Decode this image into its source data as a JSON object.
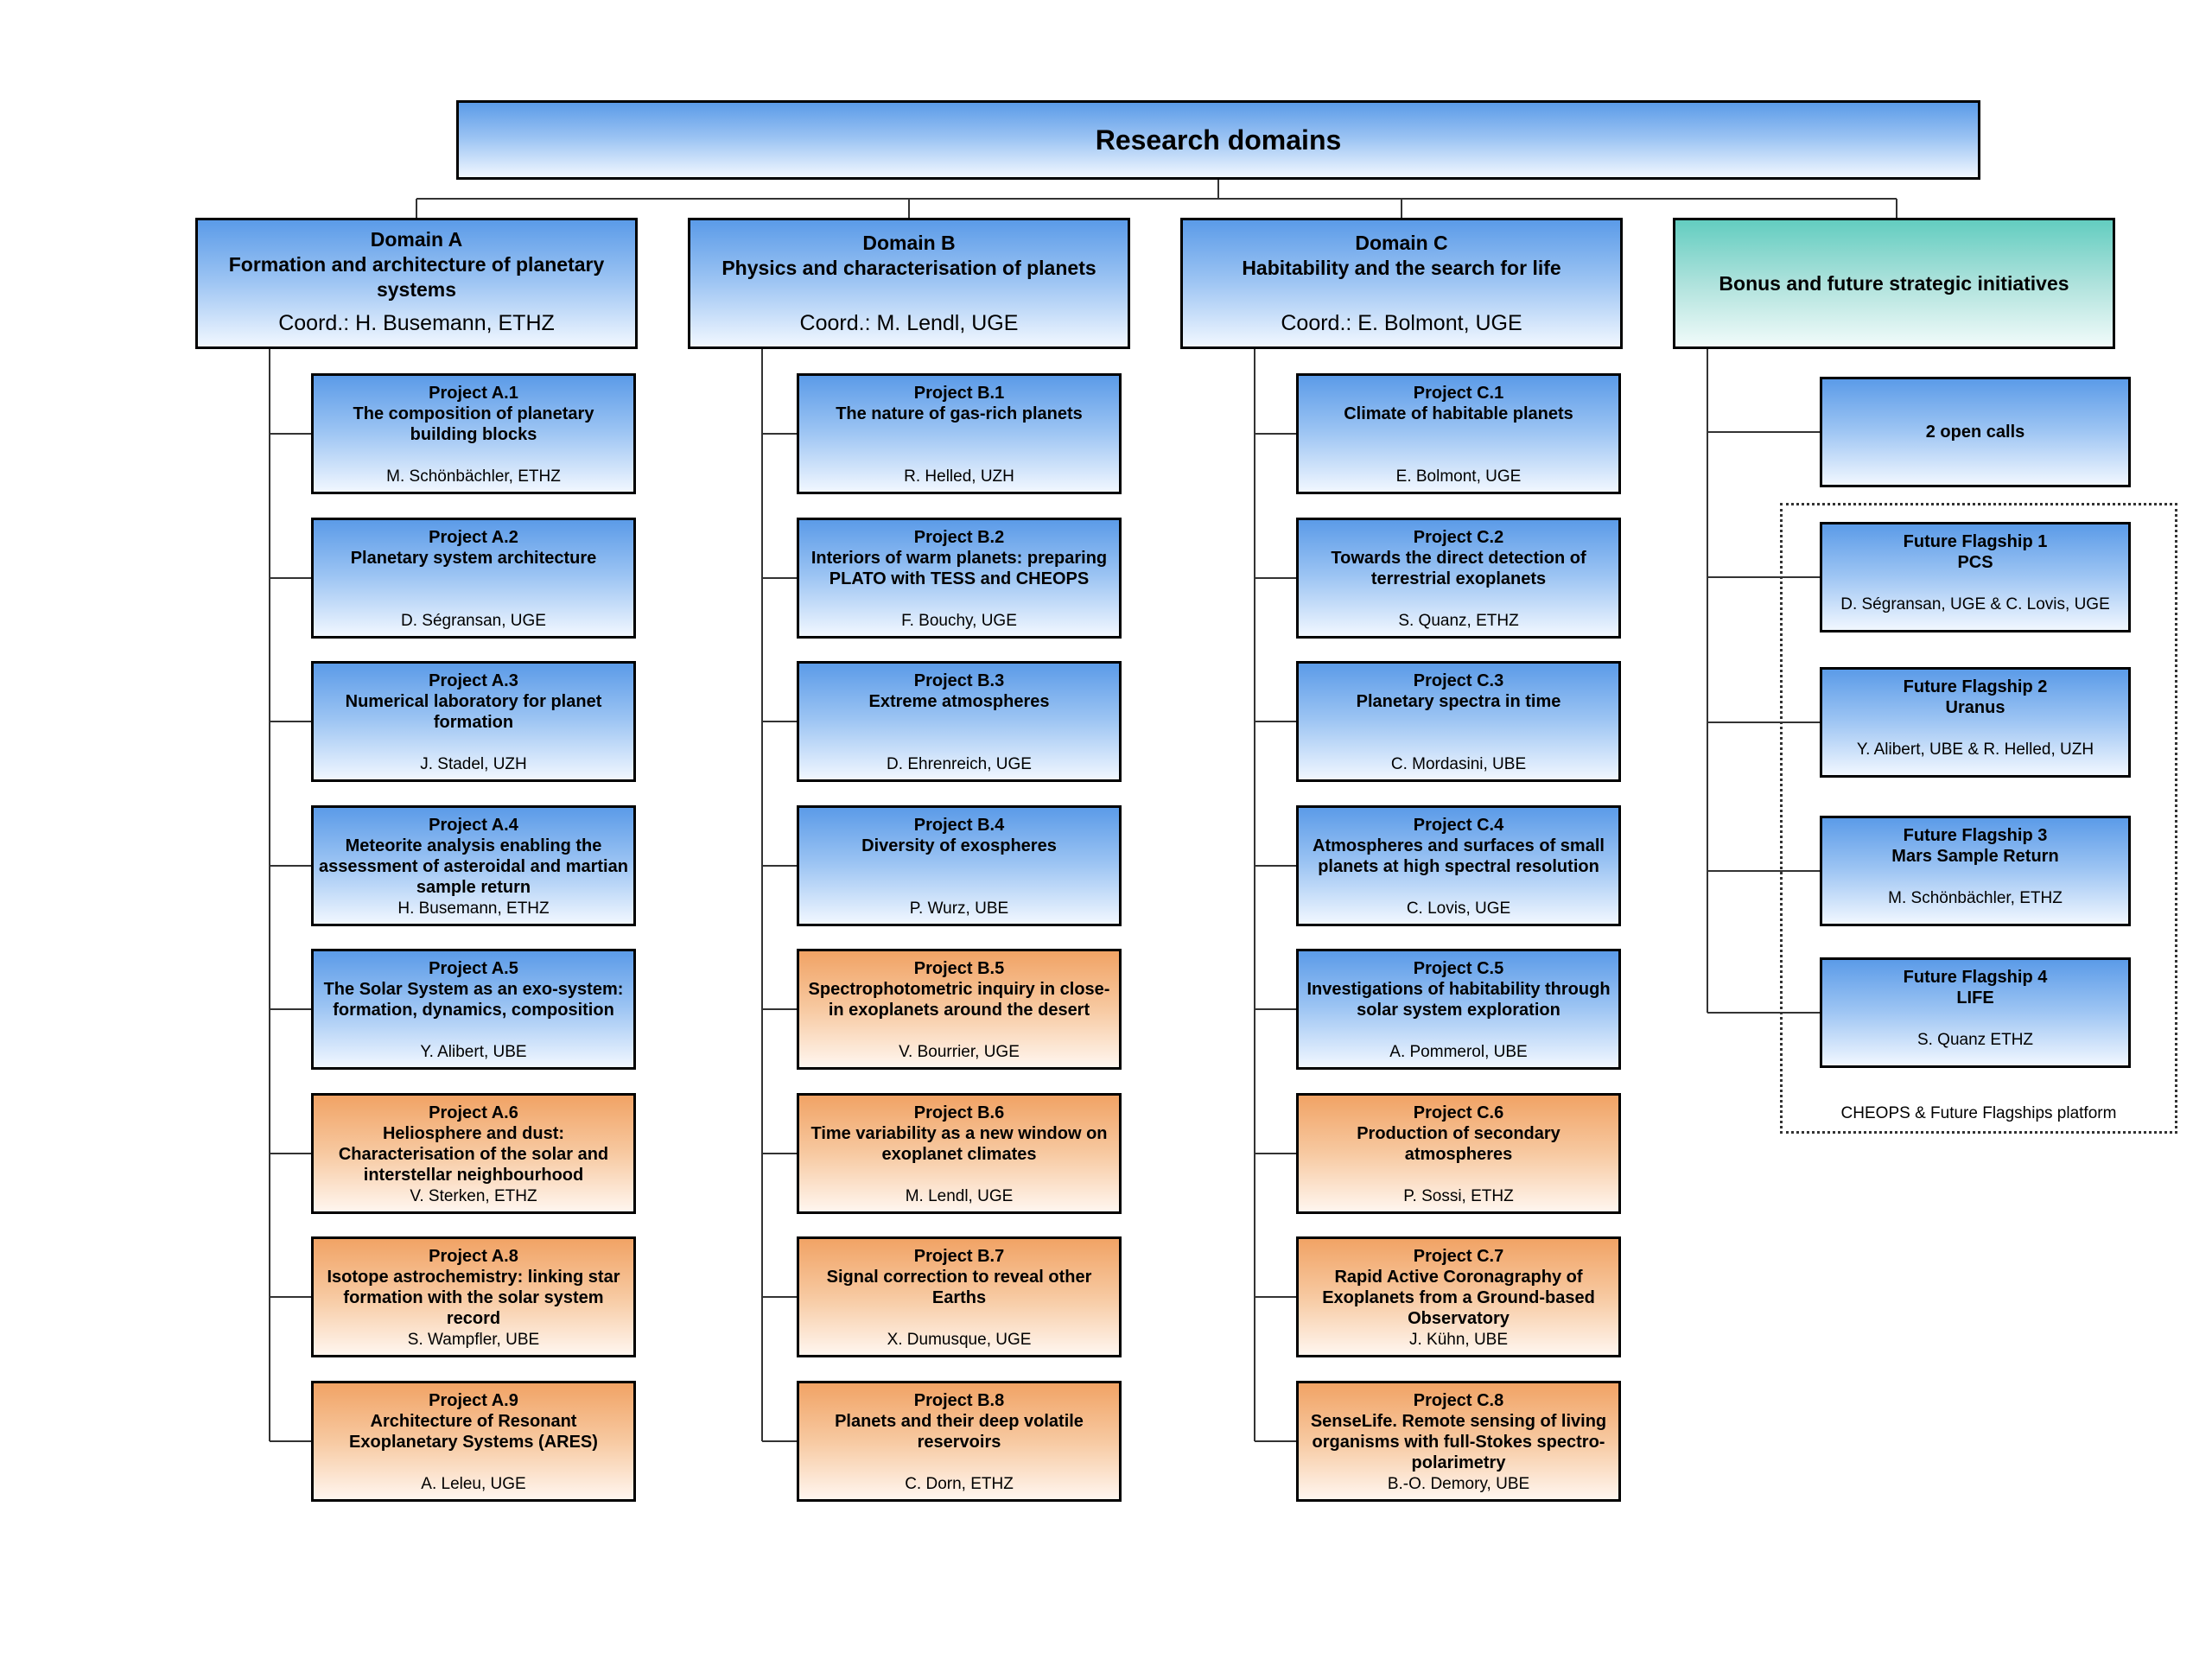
{
  "root": {
    "title": "Research domains"
  },
  "domains": {
    "A": {
      "name": "Domain A",
      "subtitle": "Formation and architecture of planetary systems",
      "coord": "Coord.: H. Busemann, ETHZ"
    },
    "B": {
      "name": "Domain B",
      "subtitle": "Physics and characterisation of planets",
      "coord": "Coord.: M. Lendl, UGE"
    },
    "C": {
      "name": "Domain C",
      "subtitle": "Habitability and the search for life",
      "coord": "Coord.: E. Bolmont, UGE"
    }
  },
  "bonus": {
    "title": "Bonus and future strategic initiatives"
  },
  "projects": {
    "A": [
      {
        "id": "Project A.1",
        "title": "The composition of planetary building blocks",
        "lead": "M. Schönbächler, ETHZ",
        "status": "current"
      },
      {
        "id": "Project A.2",
        "title": "Planetary system architecture",
        "lead": "D. Ségransan, UGE",
        "status": "current"
      },
      {
        "id": "Project A.3",
        "title": "Numerical laboratory for planet formation",
        "lead": "J. Stadel, UZH",
        "status": "current"
      },
      {
        "id": "Project A.4",
        "title": "Meteorite analysis enabling the assessment of asteroidal and martian sample return",
        "lead": "H. Busemann, ETHZ",
        "status": "current"
      },
      {
        "id": "Project A.5",
        "title": "The Solar System as an exo-system: formation, dynamics, composition",
        "lead": "Y. Alibert, UBE",
        "status": "current"
      },
      {
        "id": "Project A.6",
        "title": "Heliosphere and dust: Characterisation of the solar and interstellar neighbourhood",
        "lead": "V. Sterken, ETHZ",
        "status": "new"
      },
      {
        "id": "Project A.8",
        "title": "Isotope astrochemistry: linking star formation with the solar system record",
        "lead": "S. Wampfler, UBE",
        "status": "new"
      },
      {
        "id": "Project A.9",
        "title": "Architecture of Resonant Exoplanetary Systems (ARES)",
        "lead": "A. Leleu, UGE",
        "status": "new"
      }
    ],
    "B": [
      {
        "id": "Project B.1",
        "title": "The nature of gas-rich planets",
        "lead": "R. Helled, UZH",
        "status": "current"
      },
      {
        "id": "Project B.2",
        "title": "Interiors of warm planets: preparing PLATO with TESS and CHEOPS",
        "lead": "F. Bouchy, UGE",
        "status": "current"
      },
      {
        "id": "Project B.3",
        "title": "Extreme atmospheres",
        "lead": "D. Ehrenreich, UGE",
        "status": "current"
      },
      {
        "id": "Project B.4",
        "title": "Diversity of exospheres",
        "lead": "P. Wurz, UBE",
        "status": "current"
      },
      {
        "id": "Project B.5",
        "title": "Spectrophotometric inquiry in close-in exoplanets around the desert",
        "lead": "V. Bourrier, UGE",
        "status": "new"
      },
      {
        "id": "Project B.6",
        "title": "Time variability as a new window on exoplanet climates",
        "lead": "M. Lendl, UGE",
        "status": "new"
      },
      {
        "id": "Project B.7",
        "title": "Signal correction to reveal other Earths",
        "lead": "X. Dumusque, UGE",
        "status": "new"
      },
      {
        "id": "Project B.8",
        "title": "Planets and their deep volatile reservoirs",
        "lead": "C. Dorn, ETHZ",
        "status": "new"
      }
    ],
    "C": [
      {
        "id": "Project C.1",
        "title": "Climate of habitable planets",
        "lead": "E. Bolmont, UGE",
        "status": "current"
      },
      {
        "id": "Project C.2",
        "title": "Towards the direct detection of terrestrial exoplanets",
        "lead": "S. Quanz, ETHZ",
        "status": "current"
      },
      {
        "id": "Project C.3",
        "title": "Planetary spectra in time",
        "lead": "C. Mordasini, UBE",
        "status": "current"
      },
      {
        "id": "Project C.4",
        "title": "Atmospheres and surfaces of small planets at high spectral resolution",
        "lead": "C. Lovis, UGE",
        "status": "current"
      },
      {
        "id": "Project C.5",
        "title": "Investigations of habitability through solar system exploration",
        "lead": "A. Pommerol, UBE",
        "status": "current"
      },
      {
        "id": "Project C.6",
        "title": "Production of secondary atmospheres",
        "lead": "P. Sossi, ETHZ",
        "status": "new"
      },
      {
        "id": "Project C.7",
        "title": "Rapid Active Coronagraphy of Exoplanets from a Ground-based Observatory",
        "lead": "J. Kühn, UBE",
        "status": "new"
      },
      {
        "id": "Project C.8",
        "title": "SenseLife. Remote sensing of living organisms with full-Stokes spectro-polarimetry",
        "lead": "B.-O. Demory, UBE",
        "status": "new"
      }
    ]
  },
  "open_calls": {
    "label": "2 open calls"
  },
  "flagships": [
    {
      "name": "Future Flagship 1",
      "subtitle": "PCS",
      "lead": "D. Ségransan, UGE & C. Lovis, UGE"
    },
    {
      "name": "Future Flagship 2",
      "subtitle": "Uranus",
      "lead": "Y. Alibert, UBE & R. Helled, UZH"
    },
    {
      "name": "Future Flagship 3",
      "subtitle": "Mars Sample Return",
      "lead": "M. Schönbächler, ETHZ"
    },
    {
      "name": "Future Flagship 4",
      "subtitle": "LIFE",
      "lead": "S. Quanz ETHZ"
    }
  ],
  "platform": {
    "label": "CHEOPS & Future Flagships platform"
  }
}
